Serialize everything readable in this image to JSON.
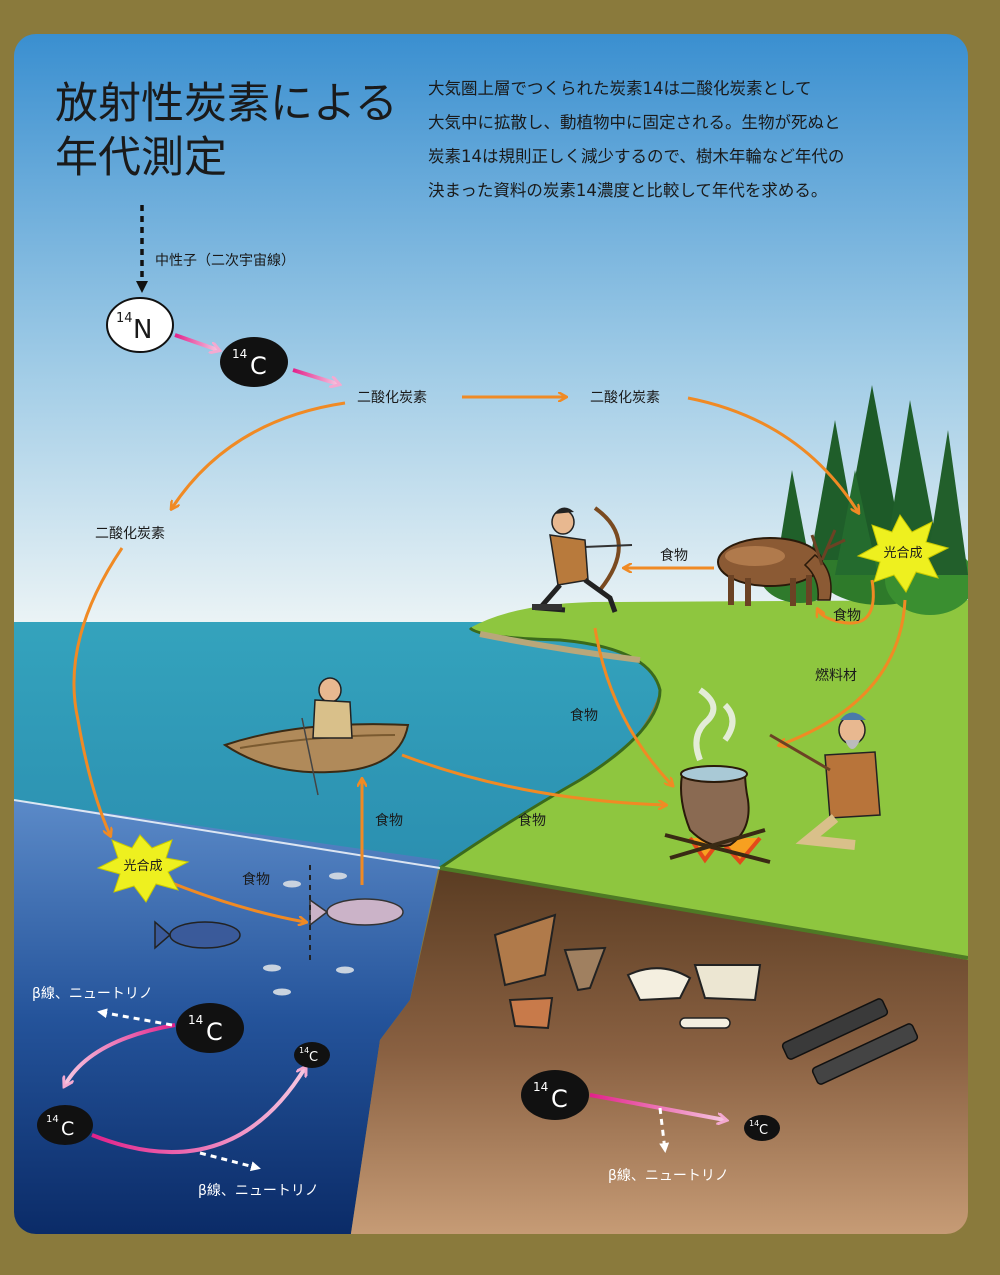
{
  "title": {
    "line1": "放射性炭素による",
    "line2": "年代測定"
  },
  "description": [
    "大気圏上層でつくられた炭素14は二酸化炭素として",
    "大気中に拡散し、動植物中に固定される。生物が死ぬと",
    "炭素14は規則正しく減少するので、樹木年輪など年代の",
    "決まった資料の炭素14濃度と比較して年代を求める。"
  ],
  "labels": {
    "neutron": "中性子（二次宇宙線）",
    "co2_a": "二酸化炭素",
    "co2_b": "二酸化炭素",
    "co2_c": "二酸化炭素",
    "photo_land": "光合成",
    "photo_sea": "光合成",
    "food_deer": "食物",
    "food_plant": "食物",
    "fuel": "燃料材",
    "food_land": "食物",
    "food_boat": "食物",
    "food_up": "食物",
    "food_fish": "食物",
    "beta_left_top": "β線、ニュートリノ",
    "beta_left_bottom": "β線、ニュートリノ",
    "beta_right": "β線、ニュートリノ"
  },
  "nuclides": {
    "n14_mass": "14",
    "n14_sym": "N",
    "c14_mass": "14",
    "c14_sym": "C"
  },
  "colors": {
    "frame": "#8a7a3c",
    "sky_top": "#3a8fd0",
    "sky_bottom": "#eaf3f6",
    "sea_surface": "#3aa3bd",
    "sea_deep": "#0b2e6f",
    "grass": "#8ec63f",
    "soil_top": "#5a3d22",
    "soil_bottom": "#c59a74",
    "arrow_orange": "#f08a24",
    "arrow_pink": "#e2218a",
    "burst": "#eef01f"
  }
}
